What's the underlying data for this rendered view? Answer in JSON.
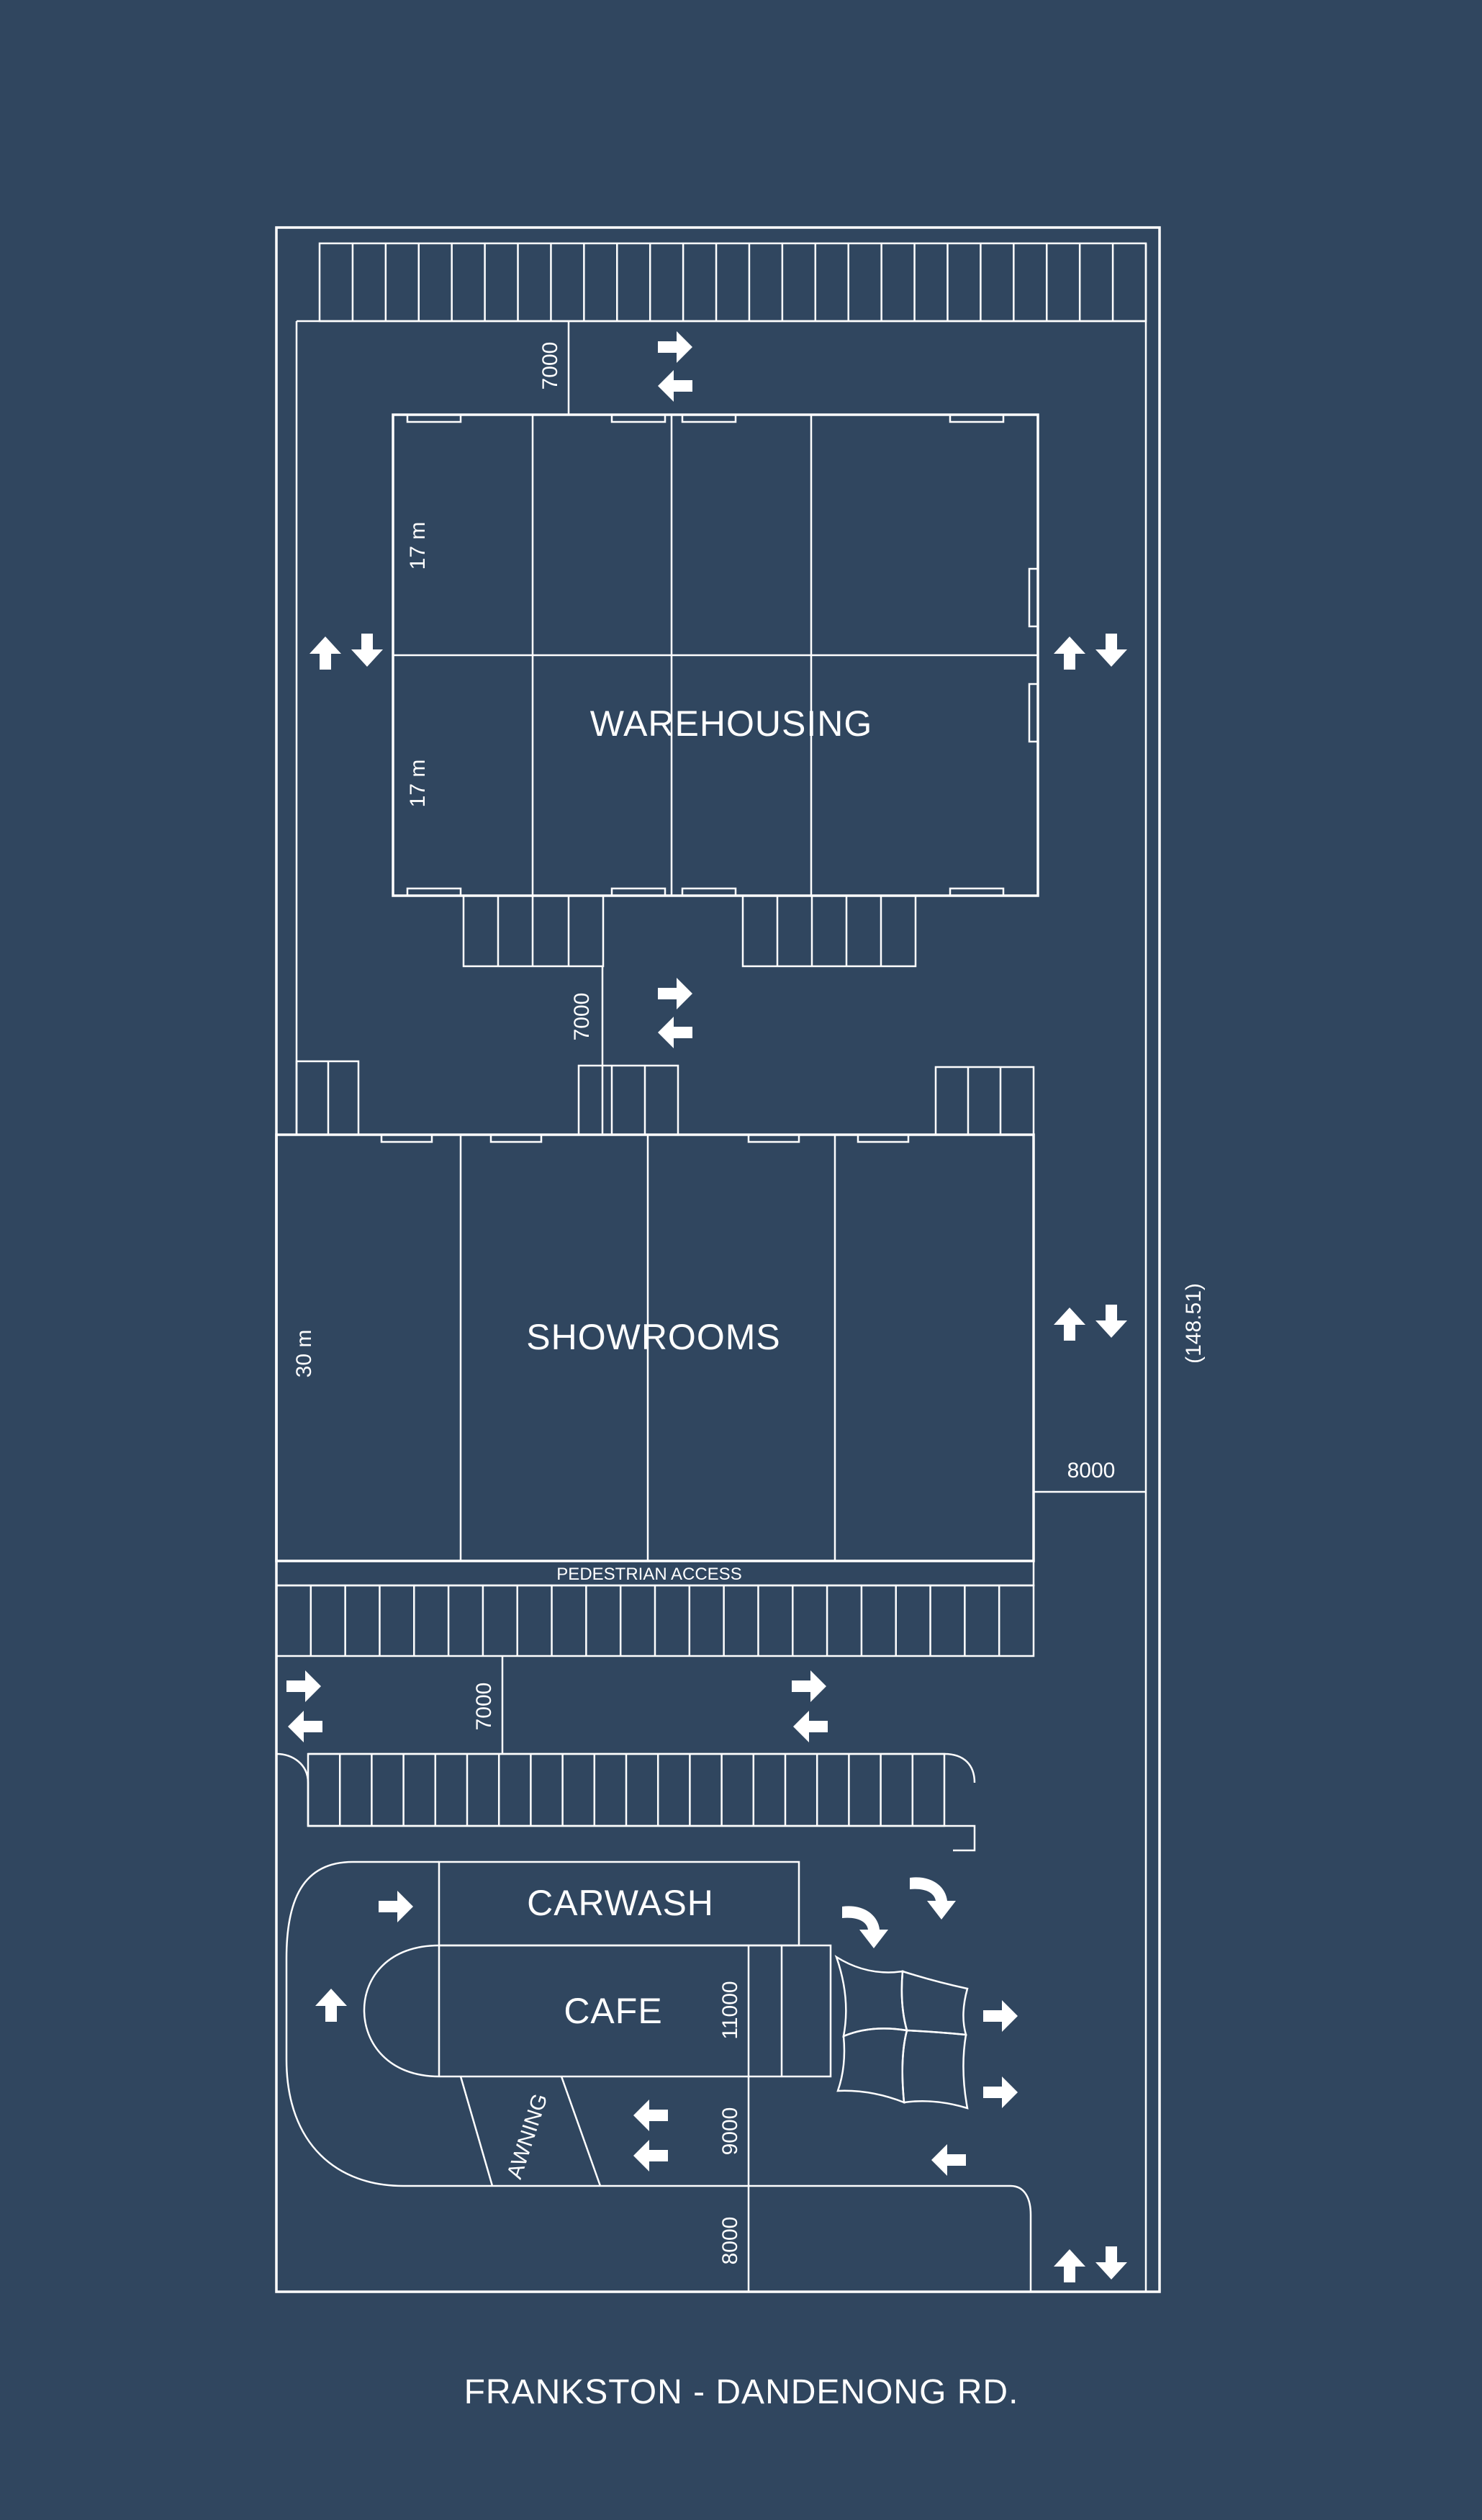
{
  "colors": {
    "background": "#30465f",
    "lines": "#ffffff"
  },
  "zones": {
    "warehousing": "WAREHOUSING",
    "showrooms": "SHOWROOMS",
    "carwash": "CARWASH",
    "cafe": "CAFE",
    "awning": "AWNING",
    "pedestrian_access": "PEDESTRIAN ACCESS"
  },
  "dimensions": {
    "warehouse_upper_bay": "17 m",
    "warehouse_lower_bay": "17 m",
    "showroom_depth": "30 m",
    "top_driveway": "7000",
    "middle_driveway": "7000",
    "lower_driveway": "7000",
    "side_driveway": "8000",
    "cafe_length": "11000",
    "drive_through_lane": "9000",
    "entry_driveway": "8000",
    "site_length": "(148.51)"
  },
  "road_name": "FRANKSTON - DANDENONG RD.",
  "icons": {
    "in_out": "right-left-arrows-icon",
    "two_way": "up-down-arrows-icon",
    "turn": "curved-turn-arrow-icon",
    "single": "single-arrow-icon"
  }
}
